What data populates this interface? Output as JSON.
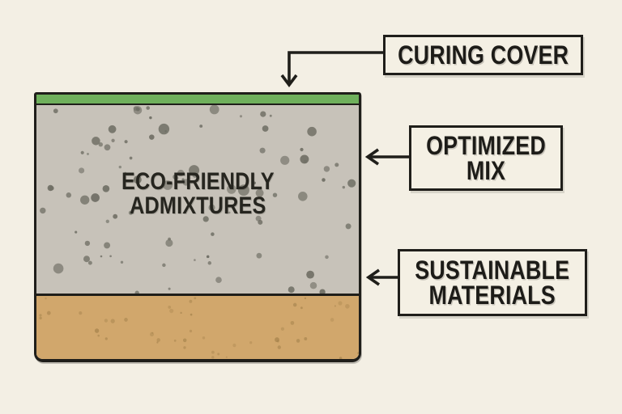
{
  "canvas": {
    "background": "#f3efe4"
  },
  "block": {
    "label_line1": "ECO-FRIENDLY",
    "label_line2": "ADMIXTURES",
    "layers": {
      "cover": {
        "name": "curing cover layer",
        "color": "#6fb05c"
      },
      "concrete": {
        "name": "optimized mix layer",
        "color": "#c7c2b9",
        "speckle": "#6f6e64"
      },
      "sand": {
        "name": "sustainable materials layer",
        "color": "#d1a76c",
        "speckle": "#9a7a45"
      }
    }
  },
  "callouts": {
    "curing_cover": {
      "line1": "CURING COVER"
    },
    "optimized_mix": {
      "line1": "OPTIMIZED",
      "line2": "MIX"
    },
    "sustainable_materials": {
      "line1": "SUSTAINABLE",
      "line2": "MATERIALS"
    }
  },
  "colors": {
    "ink": "#1f1e1a",
    "box_background": "#f4f0e4"
  }
}
